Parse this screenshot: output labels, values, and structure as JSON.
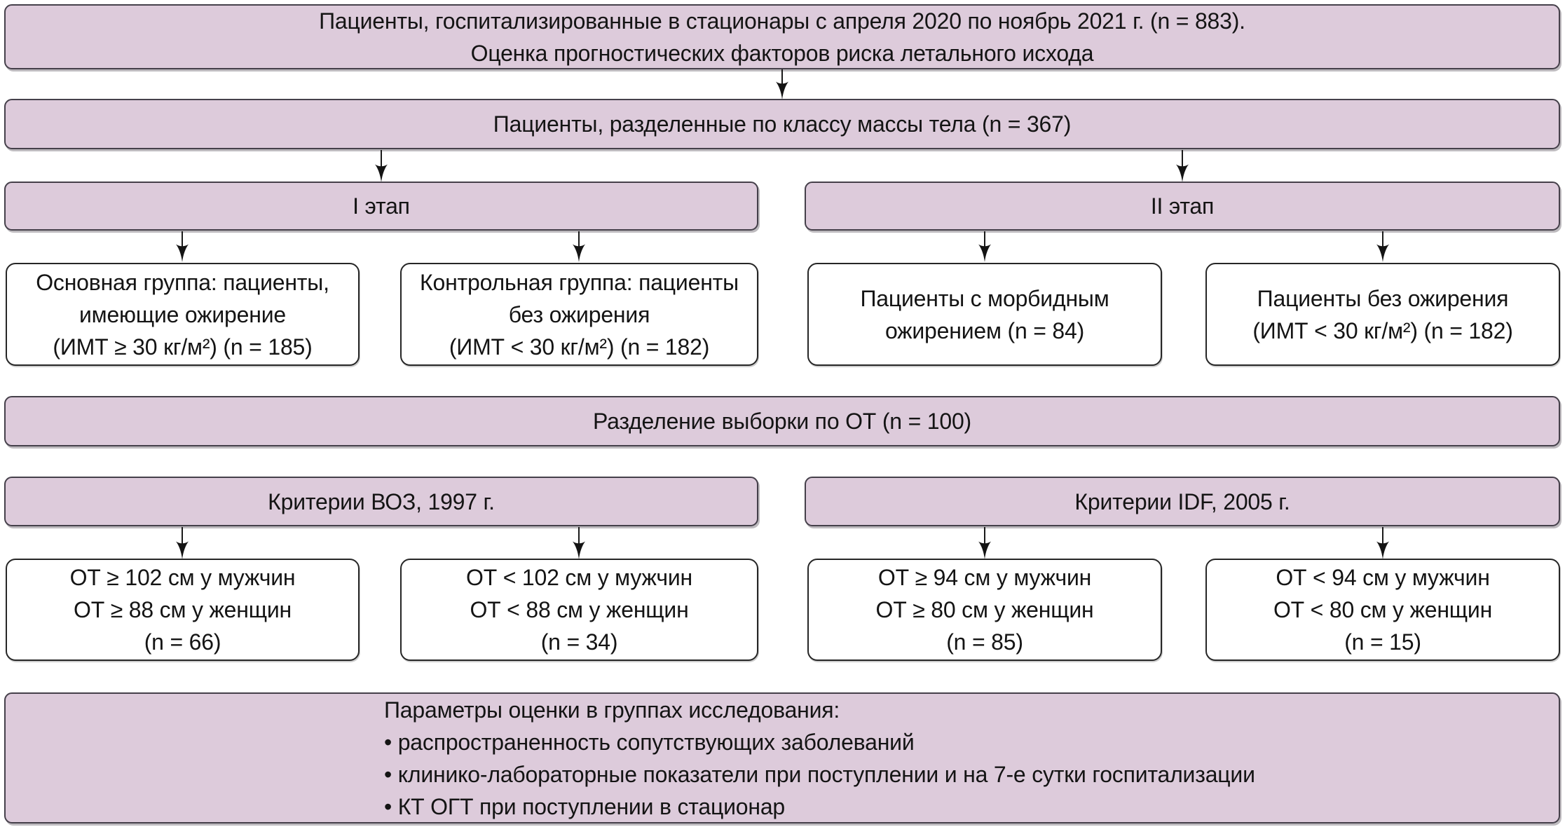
{
  "colors": {
    "band_fill": "#ddcbdb",
    "band_border": "#45404a",
    "box_border": "#262626",
    "text": "#141414"
  },
  "nodes": {
    "title": "Пациенты, госпитализированные в стационары с апреля 2020 по ноябрь 2021 г. (n = 883).\nОценка прогностических факторов риска летального исхода",
    "mass_split": "Пациенты, разделенные по классу массы тела (n = 367)",
    "ot_split": "Разделение выборки по ОТ (n = 100)",
    "parameters": "Параметры оценки в группах исследования:\n• распространенность сопутствующих заболеваний\n• клинико-лабораторные показатели при поступлении и на 7-е сутки госпитализации\n• КТ ОГТ при поступлении в стационар"
  },
  "stages": [
    {
      "label": "I этап",
      "boxes": [
        "Основная группа: пациенты,\nимеющие ожирение\n(ИМТ ≥ 30 кг/м²) (n = 185)",
        "Контрольная группа: пациенты\nбез ожирения\n(ИМТ < 30 кг/м²) (n = 182)"
      ]
    },
    {
      "label": "II этап",
      "boxes": [
        "Пациенты с морбидным\nожирением (n = 84)",
        "Пациенты без ожирения\n(ИМТ < 30 кг/м²) (n = 182)"
      ]
    }
  ],
  "criteria": [
    {
      "label": "Критерии ВОЗ, 1997 г.",
      "boxes": [
        "ОТ ≥ 102 см у мужчин\nОТ ≥ 88 см у женщин\n(n = 66)",
        "ОТ < 102 см у мужчин\nОТ < 88 см у женщин\n(n = 34)"
      ]
    },
    {
      "label": "Критерии IDF, 2005 г.",
      "boxes": [
        "ОТ ≥ 94 см у мужчин\nОТ ≥ 80 см у женщин\n(n = 85)",
        "ОТ < 94 см у мужчин\nОТ < 80 см у женщин\n(n = 15)"
      ]
    }
  ]
}
